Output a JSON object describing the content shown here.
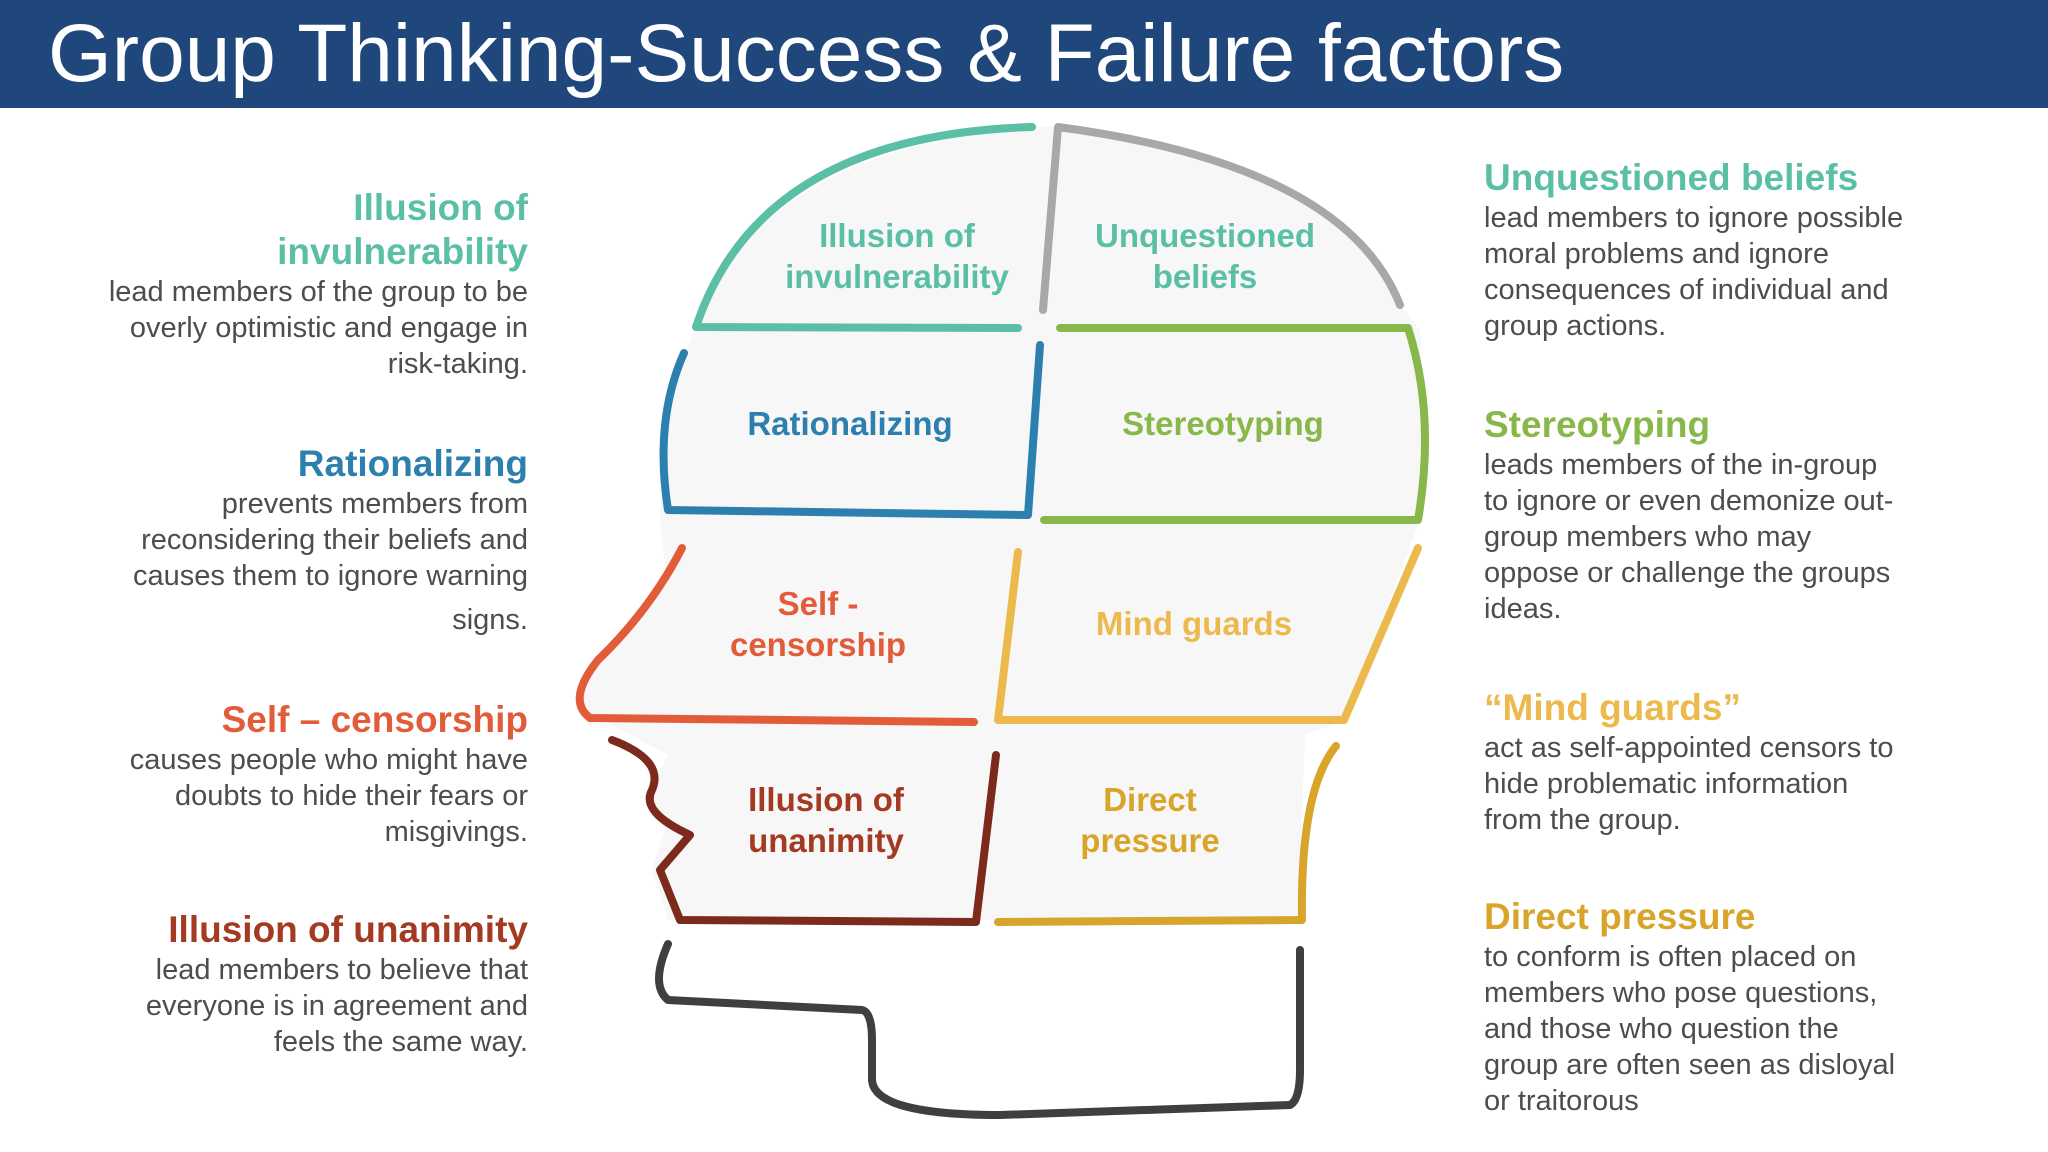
{
  "header": {
    "title": "Group Thinking-Success & Failure factors"
  },
  "colors": {
    "header_bg": "#1f477b",
    "teal": "#5bbfa6",
    "gray": "#a8a8ab",
    "blue": "#2d7fae",
    "green": "#88b84a",
    "orange": "#e25c39",
    "yellow": "#ecb94c",
    "red": "#a53a22",
    "darkred": "#7b2a1c",
    "gold": "#d9a42a",
    "dark": "#3f3f3f"
  },
  "head_regions": [
    {
      "id": "invulnerability",
      "lines": [
        "Illusion of",
        "invulnerability"
      ],
      "color": "#5bbfa6"
    },
    {
      "id": "unquestioned",
      "lines": [
        "Unquestioned",
        "beliefs"
      ],
      "color": "#a8a8ab",
      "text_color": "#5bbfa6"
    },
    {
      "id": "rationalizing",
      "lines": [
        "Rationalizing"
      ],
      "color": "#2d7fae"
    },
    {
      "id": "stereotyping",
      "lines": [
        "Stereotyping"
      ],
      "color": "#88b84a"
    },
    {
      "id": "self-censorship",
      "lines": [
        "Self -",
        "censorship"
      ],
      "color": "#e25c39"
    },
    {
      "id": "mind-guards",
      "lines": [
        "Mind guards"
      ],
      "color": "#ecb94c"
    },
    {
      "id": "unanimity",
      "lines": [
        "Illusion of",
        "unanimity"
      ],
      "color": "#a53a22"
    },
    {
      "id": "direct-pressure",
      "lines": [
        "Direct",
        "pressure"
      ],
      "color": "#d9a42a"
    }
  ],
  "left_factors": [
    {
      "heading_lines": [
        "Illusion of",
        "invulnerability"
      ],
      "color": "#5bbfa6",
      "desc_lines": [
        "lead members of the group to be",
        "overly optimistic and engage in",
        "risk-taking."
      ]
    },
    {
      "heading_lines": [
        "Rationalizing"
      ],
      "color": "#2d7fae",
      "desc_lines": [
        "prevents members from",
        "reconsidering their beliefs and",
        "causes them to ignore warning",
        "signs."
      ]
    },
    {
      "heading_lines": [
        "Self – censorship"
      ],
      "color": "#e25c39",
      "desc_lines": [
        "causes people who might have",
        "doubts to hide their fears or",
        "misgivings."
      ]
    },
    {
      "heading_lines": [
        "Illusion of unanimity"
      ],
      "color": "#a53a22",
      "desc_lines": [
        "lead members to believe that",
        "everyone is in agreement and",
        "feels the same way."
      ]
    }
  ],
  "right_factors": [
    {
      "heading_lines": [
        "Unquestioned beliefs"
      ],
      "color": "#5bbfa6",
      "desc_lines": [
        "lead members to ignore possible",
        "moral problems and ignore",
        "consequences of individual and",
        "group actions."
      ]
    },
    {
      "heading_lines": [
        "Stereotyping"
      ],
      "color": "#88b84a",
      "desc_lines": [
        "leads members of the in-group",
        "to ignore or even demonize out-",
        "group members who may",
        "oppose or challenge the groups",
        "ideas."
      ]
    },
    {
      "heading_lines": [
        "“Mind guards”"
      ],
      "color": "#ecb94c",
      "desc_lines": [
        "act as self-appointed censors to",
        "hide problematic information",
        "from the group."
      ]
    },
    {
      "heading_lines": [
        "Direct pressure"
      ],
      "color": "#d9a42a",
      "desc_lines": [
        "to conform is often placed on",
        "members who pose questions,",
        "and those who question the",
        "group are often seen as disloyal",
        "or traitorous"
      ]
    }
  ]
}
